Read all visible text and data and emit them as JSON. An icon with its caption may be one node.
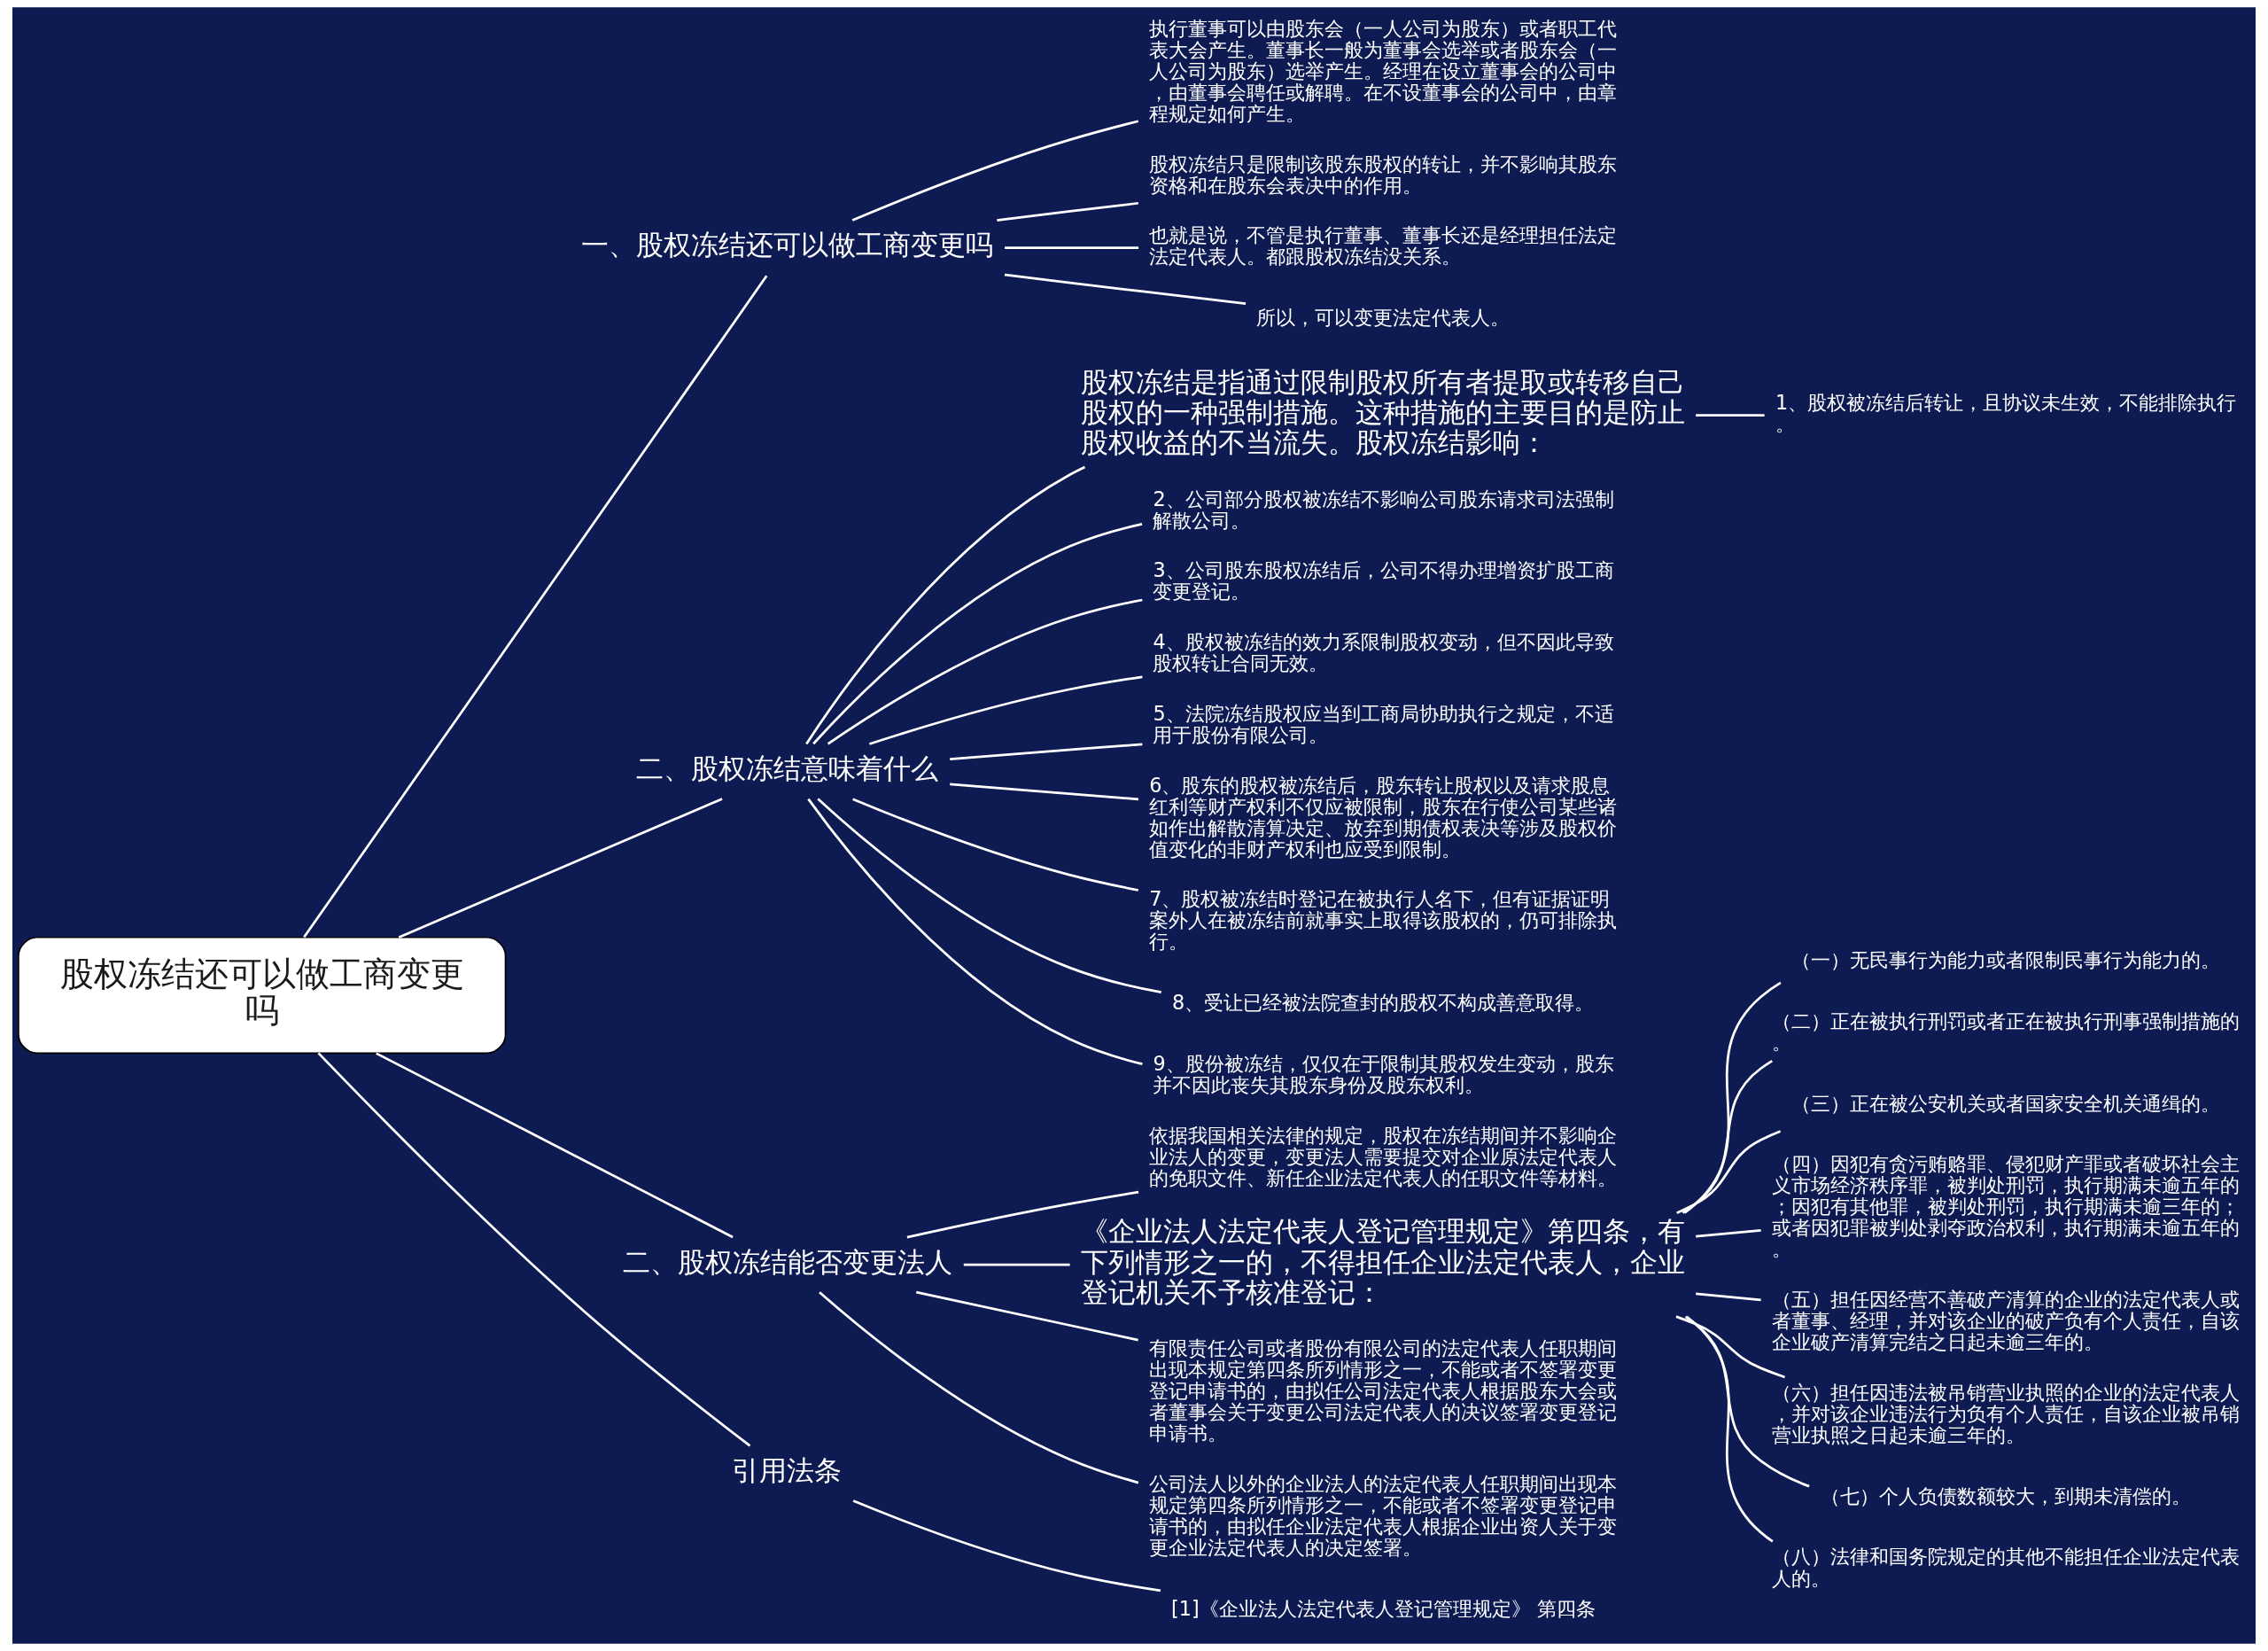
{
  "diagram": {
    "nodes": [
      {
        "text": [
          "股权冻结还可以做工商变更吗"
        ]
      },
      {
        "text": [
          "一、股权冻结还可以做工商变更吗"
        ]
      },
      {
        "text": [
          "执行董事可以由股东会（一人公司为股东）或者职工代表大会产生。董事长一般为董事会选举或者股东会（一人公司为股东）选举产生。经理在设立董事会的公司中，由董事会聘任或解聘。在不设董事会的公司中，由章程规定如何产生。"
        ]
      },
      {
        "text": [
          "股权冻结只是限制该股东股权的转让，并不影响其股东资格和在股东会表决中的作用。"
        ]
      },
      {
        "text": [
          "也就是说，不管是执行董事、董事长还是经理担任法定法定代表人。都跟股权冻结没关系。"
        ]
      },
      {
        "text": [
          "所以，可以变更法定代表人。"
        ]
      },
      {
        "text": [
          "二、股权冻结意味着什么"
        ]
      },
      {
        "text": [
          "股权冻结是指通过限制股权所有者提取或转移自己股权的一种强制措施。这种措施的主要目的是防止股权收益的不当流失。股权冻结影响："
        ]
      },
      {
        "text": [
          "1、股权被冻结后转让，且协议未生效，不能排除执行。"
        ]
      },
      {
        "text": [
          "2、公司部分股权被冻结不影响公司股东请求司法强制解散公司。"
        ]
      },
      {
        "text": [
          "3、公司股东股权冻结后，公司不得办理增资扩股工商变更登记。"
        ]
      },
      {
        "text": [
          "4、股权被冻结的效力系限制股权变动，但不因此导致股权转让合同无效。"
        ]
      },
      {
        "text": [
          "5、法院冻结股权应当到工商局协助执行之规定，不适用于股份有限公司。"
        ]
      },
      {
        "text": [
          "6、股东的股权被冻结后，股东转让股权以及请求股息红利等财产权利不仅应被限制，股东在行使公司某些诸如作出解散清算决定、放弃到期债权表决等涉及股权价值变化的非财产权利也应受到限制。"
        ]
      },
      {
        "text": [
          "7、股权被冻结时登记在被执行人名下，但有证据证明案外人在被冻结前就事实上取得该股权的，仍可排除执行。"
        ]
      },
      {
        "text": [
          "8、受让已经被法院查封的股权不构成善意取得。"
        ]
      },
      {
        "text": [
          "9、股份被冻结，仅仅在于限制其股权发生变动，股东并不因此丧失其股东身份及股东权利。"
        ]
      },
      {
        "text": [
          "二、股权冻结能否变更法人"
        ]
      },
      {
        "text": [
          "依据我国相关法律的规定，股权在冻结期间并不影响企业法人的变更，变更法人需要提交对企业原法定代表人的免职文件、新任企业法定代表人的任职文件等材料。"
        ]
      },
      {
        "text": [
          "《企业法人法定代表人登记管理规定》第四条，有下列情形之一的，不得担任企业法定代表人，企业登记机关不予核准登记："
        ]
      },
      {
        "text": [
          "（一）无民事行为能力或者限制民事行为能力的。"
        ]
      },
      {
        "text": [
          "（二）正在被执行刑罚或者正在被执行刑事强制措施的。"
        ]
      },
      {
        "text": [
          "（三）正在被公安机关或者国家安全机关通缉的。"
        ]
      },
      {
        "text": [
          "（四）因犯有贪污贿赂罪、侵犯财产罪或者破坏社会主义市场经济秩序罪，被判处刑罚，执行期满未逾五年的；因犯有其他罪，被判处刑罚，执行期满未逾三年的；或者因犯罪被判处剥夺政治权利，执行期满未逾五年的。"
        ]
      },
      {
        "text": [
          "（五）担任因经营不善破产清算的企业的法定代表人或者董事、经理，并对该企业的破产负有个人责任，自该企业破产清算完结之日起未逾三年的。"
        ]
      },
      {
        "text": [
          "（六）担任因违法被吊销营业执照的企业的法定代表人，并对该企业违法行为负有个人责任，自该企业被吊销营业执照之日起未逾三年的。"
        ]
      },
      {
        "text": [
          "（七）个人负债数额较大，到期未清偿的。"
        ]
      },
      {
        "text": [
          "（八）法律和国务院规定的其他不能担任企业法定代表人的。"
        ]
      },
      {
        "text": [
          "有限责任公司或者股份有限公司的法定代表人任职期间出现本规定第四条所列情形之一，不能或者不签署变更登记申请书的，由拟任公司法定代表人根据股东大会或者董事会关于变更公司法定代表人的决议签署变更登记申请书。"
        ]
      },
      {
        "text": [
          "公司法人以外的企业法人的法定代表人任职期间出现本规定第四条所列情形之一，不能或者不签署变更登记申请书的，由拟任企业法定代表人根据企业出资人关于变更企业法定代表人的决定签署。"
        ]
      },
      {
        "text": [
          "引用法条"
        ]
      },
      {
        "text": [
          "[1]《企业法人法定代表人登记管理规定》 第四条"
        ]
      }
    ],
    "edges": [
      {
        "from": 0,
        "to": 1,
        "arrow": "none"
      },
      {
        "from": 1,
        "to": 2,
        "arrow": "none"
      },
      {
        "from": 1,
        "to": 3,
        "arrow": "none"
      },
      {
        "from": 1,
        "to": 4,
        "arrow": "none"
      },
      {
        "from": 1,
        "to": 5,
        "arrow": "none"
      },
      {
        "from": 0,
        "to": 6,
        "arrow": "none"
      },
      {
        "from": 6,
        "to": 7,
        "arrow": "none"
      },
      {
        "from": 7,
        "to": 8,
        "arrow": "none"
      },
      {
        "from": 6,
        "to": 9,
        "arrow": "none"
      },
      {
        "from": 6,
        "to": 10,
        "arrow": "none"
      },
      {
        "from": 6,
        "to": 11,
        "arrow": "none"
      },
      {
        "from": 6,
        "to": 12,
        "arrow": "none"
      },
      {
        "from": 6,
        "to": 13,
        "arrow": "none"
      },
      {
        "from": 6,
        "to": 14,
        "arrow": "none"
      },
      {
        "from": 6,
        "to": 15,
        "arrow": "none"
      },
      {
        "from": 6,
        "to": 16,
        "arrow": "none"
      },
      {
        "from": 0,
        "to": 17,
        "arrow": "none"
      },
      {
        "from": 17,
        "to": 18,
        "arrow": "none"
      },
      {
        "from": 17,
        "to": 19,
        "arrow": "none"
      },
      {
        "from": 19,
        "to": 20,
        "arrow": "none"
      },
      {
        "from": 19,
        "to": 21,
        "arrow": "none"
      },
      {
        "from": 19,
        "to": 22,
        "arrow": "none"
      },
      {
        "from": 19,
        "to": 23,
        "arrow": "none"
      },
      {
        "from": 19,
        "to": 24,
        "arrow": "none"
      },
      {
        "from": 19,
        "to": 25,
        "arrow": "none"
      },
      {
        "from": 19,
        "to": 26,
        "arrow": "none"
      },
      {
        "from": 19,
        "to": 27,
        "arrow": "none"
      },
      {
        "from": 17,
        "to": 28,
        "arrow": "none"
      },
      {
        "from": 17,
        "to": 29,
        "arrow": "none"
      },
      {
        "from": 0,
        "to": 30,
        "arrow": "none"
      },
      {
        "from": 30,
        "to": 31,
        "arrow": "none"
      }
    ]
  }
}
